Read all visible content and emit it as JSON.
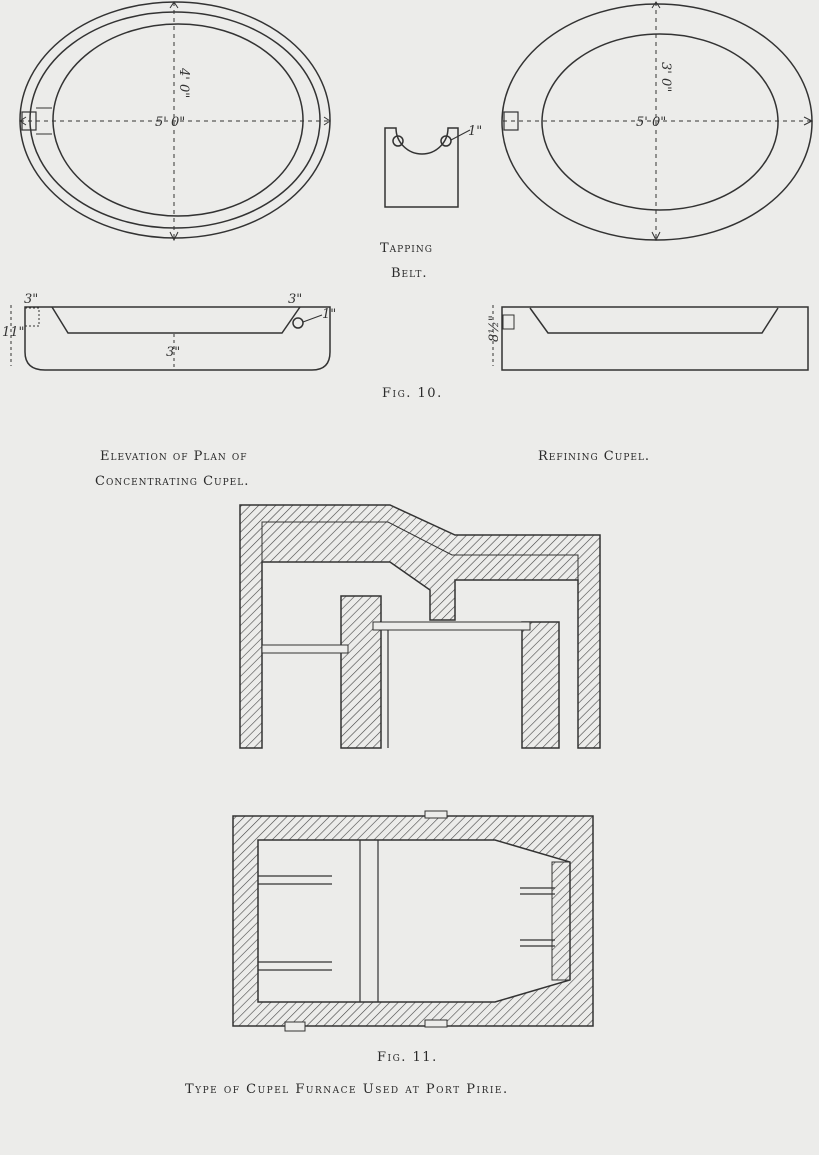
{
  "fig10": {
    "caption": "Fig. 10.",
    "tapping_label_1": "Tapping",
    "tapping_label_2": "Belt.",
    "left_label_1": "Elevation of Plan of",
    "left_label_2": "Concentrating Cupel.",
    "right_label": "Refining Cupel.",
    "dims": {
      "left_length": "5' 0\"",
      "left_width": "4' 0\"",
      "right_length": "5' 0\"",
      "right_width": "3' 0\"",
      "belt_hole": "1\"",
      "left_elev_top_left": "3\"",
      "left_elev_top_right": "3\"",
      "left_elev_hole": "1\"",
      "left_elev_height": "11\"",
      "left_elev_bottom": "3\"",
      "right_elev_height": "8½\""
    }
  },
  "fig11": {
    "caption": "Fig. 11.",
    "title": "Type of Cupel Furnace Used at Port Pirie."
  }
}
